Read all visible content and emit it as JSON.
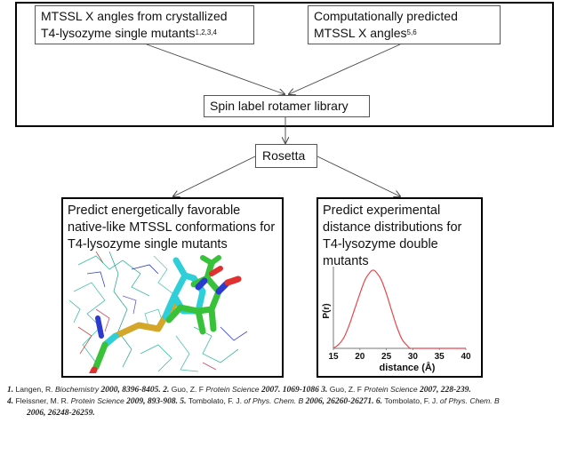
{
  "diagram": {
    "top_left_box": {
      "text": "MTSSL X angles from crystallized T4-lysozyme single mutants",
      "superscript": "1,2,3,4"
    },
    "top_right_box": {
      "text": "Computationally predicted MTSSL X angles",
      "superscript": "5,6"
    },
    "library_box": {
      "text": "Spin label rotamer library"
    },
    "rosetta_box": {
      "text": "Rosetta"
    },
    "bottom_left_box": {
      "text": "Predict energetically favorable native-like MTSSL conformations for T4-lysozyme single mutants",
      "image": "MTSSL spin label structure overlay (cyan/green sticks on lysozyme lines)"
    },
    "bottom_right_box": {
      "text": "Predict experimental distance distributions for T4-lysozyme double mutants"
    }
  },
  "chart_data": {
    "type": "line",
    "title": "",
    "xlabel": "distance (Å)",
    "ylabel": "P(r)",
    "xlim": [
      15,
      40
    ],
    "ylim": [
      0,
      1
    ],
    "x_ticks": [
      "15",
      "20",
      "25",
      "30",
      "35",
      "40"
    ],
    "grid": false,
    "legend": "none",
    "series": [
      {
        "name": "P(r)",
        "color": "#e8474f",
        "x": [
          15,
          16,
          17,
          18,
          19,
          20,
          21,
          22,
          22.5,
          23,
          24,
          25,
          26,
          27,
          28,
          29,
          29.5,
          30,
          35,
          40
        ],
        "y": [
          0.0,
          0.05,
          0.14,
          0.3,
          0.5,
          0.7,
          0.88,
          0.98,
          1.0,
          0.98,
          0.88,
          0.7,
          0.48,
          0.27,
          0.11,
          0.03,
          0.0,
          0.0,
          0.0,
          0.0
        ]
      }
    ]
  },
  "references": [
    {
      "num": "1.",
      "author": "Langen, R.",
      "journal": "Biochemistry",
      "year": "2000,",
      "pages": "8396-8405."
    },
    {
      "num": "2.",
      "author": "Guo, Z. F",
      "journal": "Protein Science",
      "year": "2007.",
      "pages": "1069-1086"
    },
    {
      "num": "3.",
      "author": "Guo, Z. F",
      "journal": "Protein Science",
      "year": "2007,",
      "pages": "228-239."
    },
    {
      "num": "4.",
      "author": "Fleissner, M. R.",
      "journal": "Protein Science",
      "year": "2009,",
      "pages": "893-908."
    },
    {
      "num": "5.",
      "author": "Tombolato, F. J.",
      "journal": "of Phys. Chem. B",
      "year": "2006,",
      "pages": "26260-26271."
    },
    {
      "num": "6.",
      "author": "Tombolato, F. J.",
      "journal": "of Phys. Chem. B",
      "year": "2006,",
      "pages": "26248-26259."
    }
  ]
}
